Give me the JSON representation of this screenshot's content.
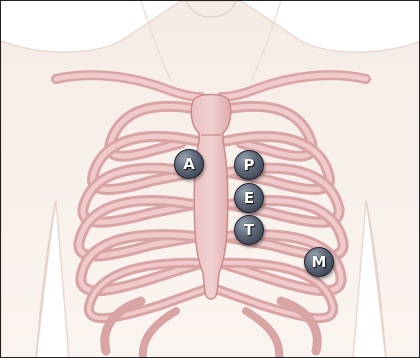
{
  "diagram": {
    "markers": [
      {
        "id": "A",
        "label": "A"
      },
      {
        "id": "P",
        "label": "P"
      },
      {
        "id": "E",
        "label": "E"
      },
      {
        "id": "T",
        "label": "T"
      },
      {
        "id": "M",
        "label": "M"
      }
    ]
  },
  "colors": {
    "skin": "#f8efe9",
    "skin_outline": "#e8d6cc",
    "bone": "#e5b6b6",
    "bone_dark": "#c98b8b",
    "marker": "#5d6677",
    "marker_text": "#ffffff"
  }
}
